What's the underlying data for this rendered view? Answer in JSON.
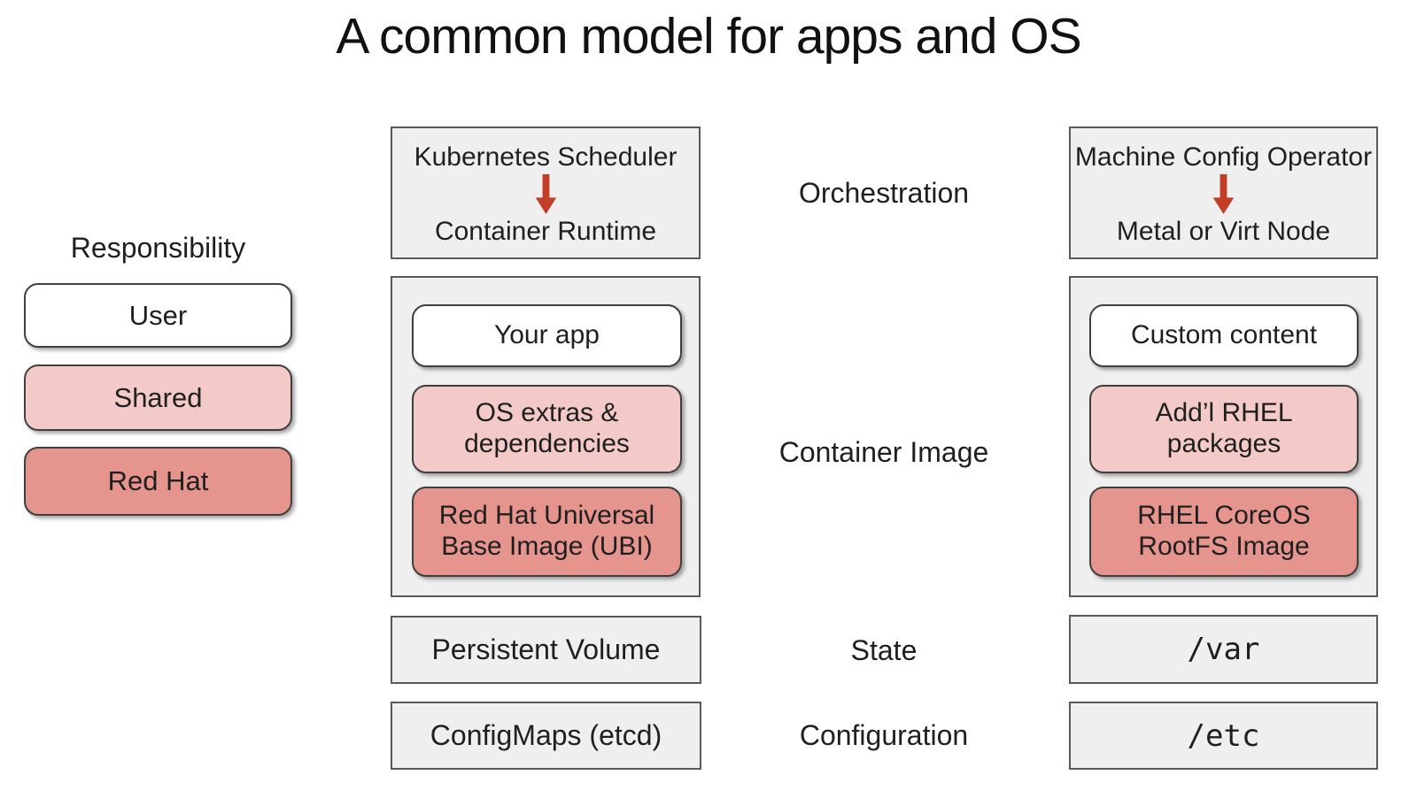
{
  "title": "A common model for apps and OS",
  "colors": {
    "user_fill": "#ffffff",
    "shared_fill": "#f3cac8",
    "redhat_fill": "#e6948e",
    "arrow_red": "#c23e27",
    "panel_gray": "#efefef",
    "panel_border": "#58595b"
  },
  "legend": {
    "heading": "Responsibility",
    "items": [
      {
        "label": "User",
        "level": "user"
      },
      {
        "label": "Shared",
        "level": "shared"
      },
      {
        "label": "Red Hat",
        "level": "redhat"
      }
    ]
  },
  "row_labels": {
    "orchestration": "Orchestration",
    "container_image": "Container Image",
    "state": "State",
    "configuration": "Configuration"
  },
  "apps_column": {
    "orchestration": {
      "top": "Kubernetes Scheduler",
      "bottom": "Container Runtime"
    },
    "image_stack": [
      {
        "label": "Your app",
        "level": "user"
      },
      {
        "label": "OS extras &\ndependencies",
        "level": "shared"
      },
      {
        "label": "Red Hat Universal\nBase Image (UBI)",
        "level": "redhat"
      }
    ],
    "state": "Persistent Volume",
    "configuration": "ConfigMaps (etcd)"
  },
  "os_column": {
    "orchestration": {
      "top": "Machine Config Operator",
      "bottom": "Metal or Virt Node"
    },
    "image_stack": [
      {
        "label": "Custom content",
        "level": "user"
      },
      {
        "label": "Add’l RHEL\npackages",
        "level": "shared"
      },
      {
        "label": "RHEL CoreOS\nRootFS Image",
        "level": "redhat"
      }
    ],
    "state": "/var",
    "configuration": "/etc"
  }
}
